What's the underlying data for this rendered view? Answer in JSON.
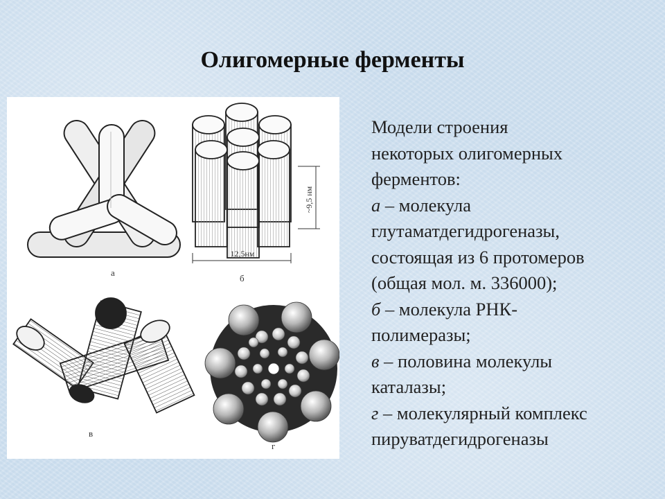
{
  "slide": {
    "title": "Олигомерные ферменты",
    "figure": {
      "labels": {
        "a": "а",
        "b": "б",
        "v": "в",
        "g": "г",
        "dim_height": "~9,5 нм",
        "dim_width": "12,5нм"
      }
    },
    "caption": {
      "intro": [
        "Модели строения",
        "некоторых олигомерных",
        "ферментов:"
      ],
      "items": [
        {
          "letter": "а",
          "lines": [
            " – молекула",
            "глутаматдегидрогеназы,",
            "состоящая из 6 протомеров",
            "(общая мол. м. 336000);"
          ]
        },
        {
          "letter": "б",
          "lines": [
            " – молекула РНК-",
            "полимеразы;"
          ]
        },
        {
          "letter": "в",
          "lines": [
            " – половина молекулы",
            "каталазы;"
          ]
        },
        {
          "letter": "г",
          "lines": [
            " – молекулярный комплекс",
            "пируватдегидрогеназы"
          ]
        }
      ]
    }
  }
}
